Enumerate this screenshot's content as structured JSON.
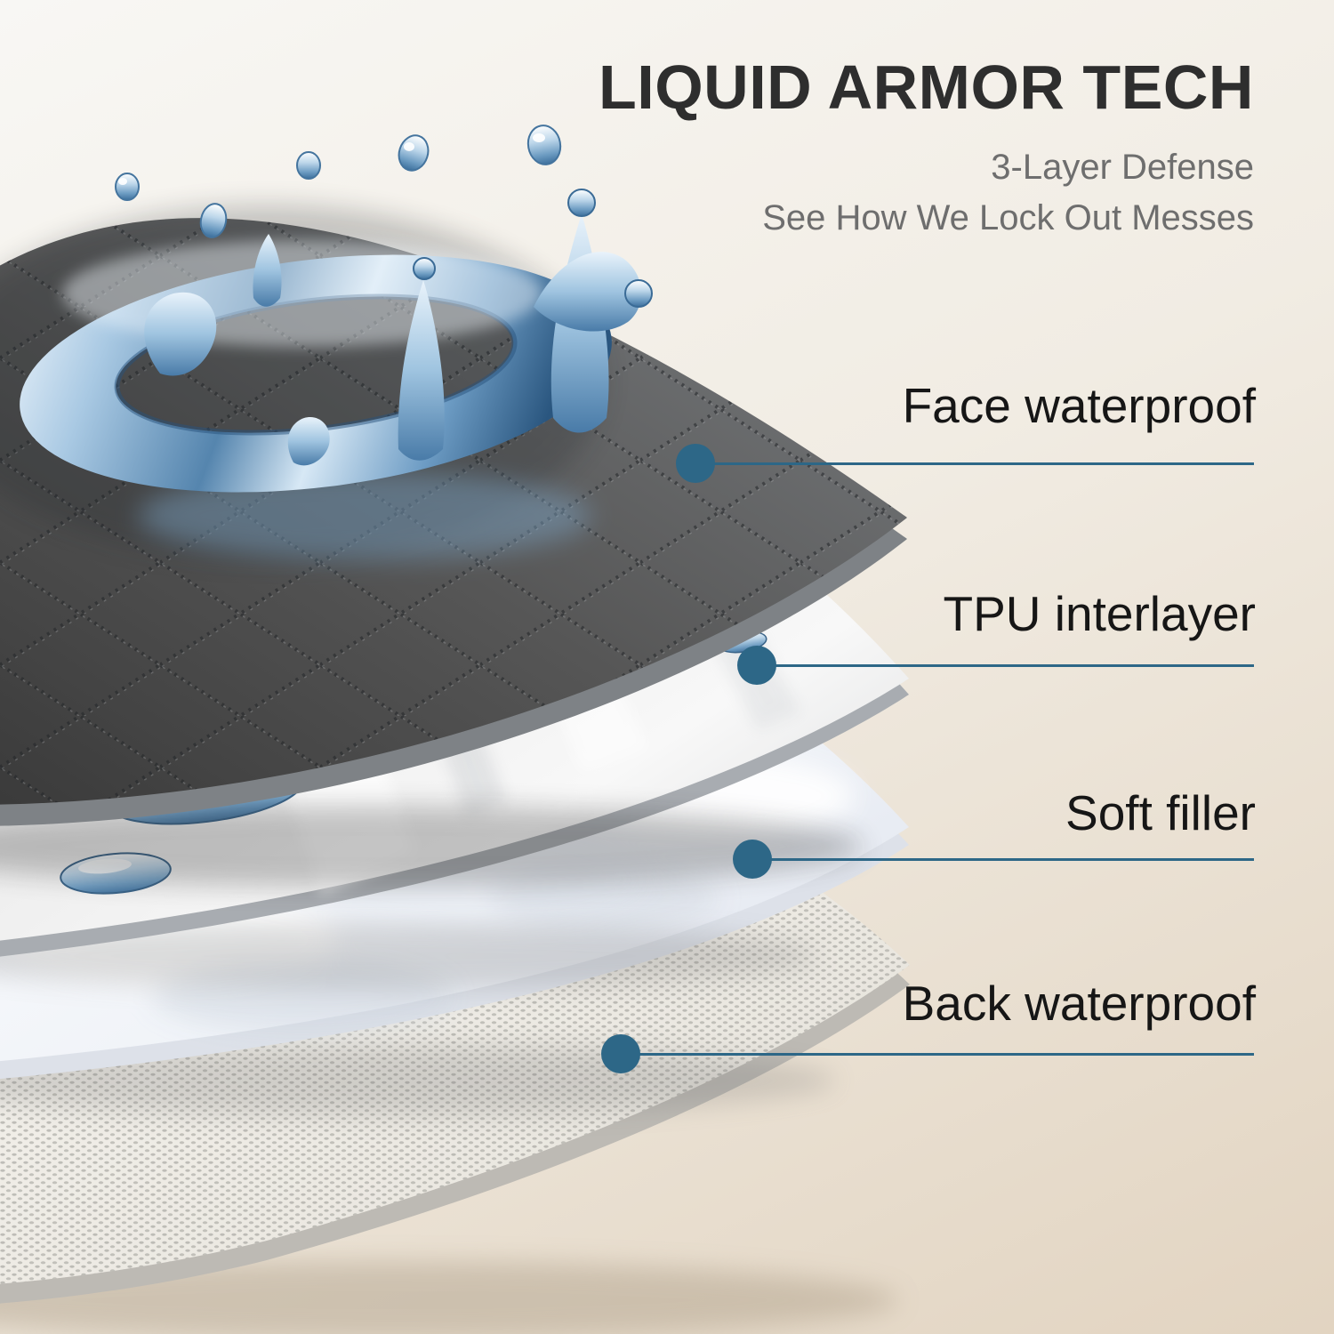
{
  "header": {
    "title": "LIQUID ARMOR TECH",
    "subtitle_line1": "3-Layer Defense",
    "subtitle_line2": "See How We Lock Out Messes"
  },
  "callouts": [
    {
      "label": "Face waterproof"
    },
    {
      "label": "TPU interlayer"
    },
    {
      "label": "Soft filler"
    },
    {
      "label": "Back waterproof"
    }
  ],
  "colors": {
    "accent_dot_line": "#2d6787",
    "title_text": "#2e2e2e",
    "subtitle_text": "#6e6e6e",
    "label_text": "#161616",
    "background_top_left": "#f8f7f4",
    "background_mid": "#f1ece3",
    "background_bottom_right": "#e2d4c1",
    "face_fabric_dark": "#4a4a4a",
    "water_blue": "#5f93bd"
  }
}
